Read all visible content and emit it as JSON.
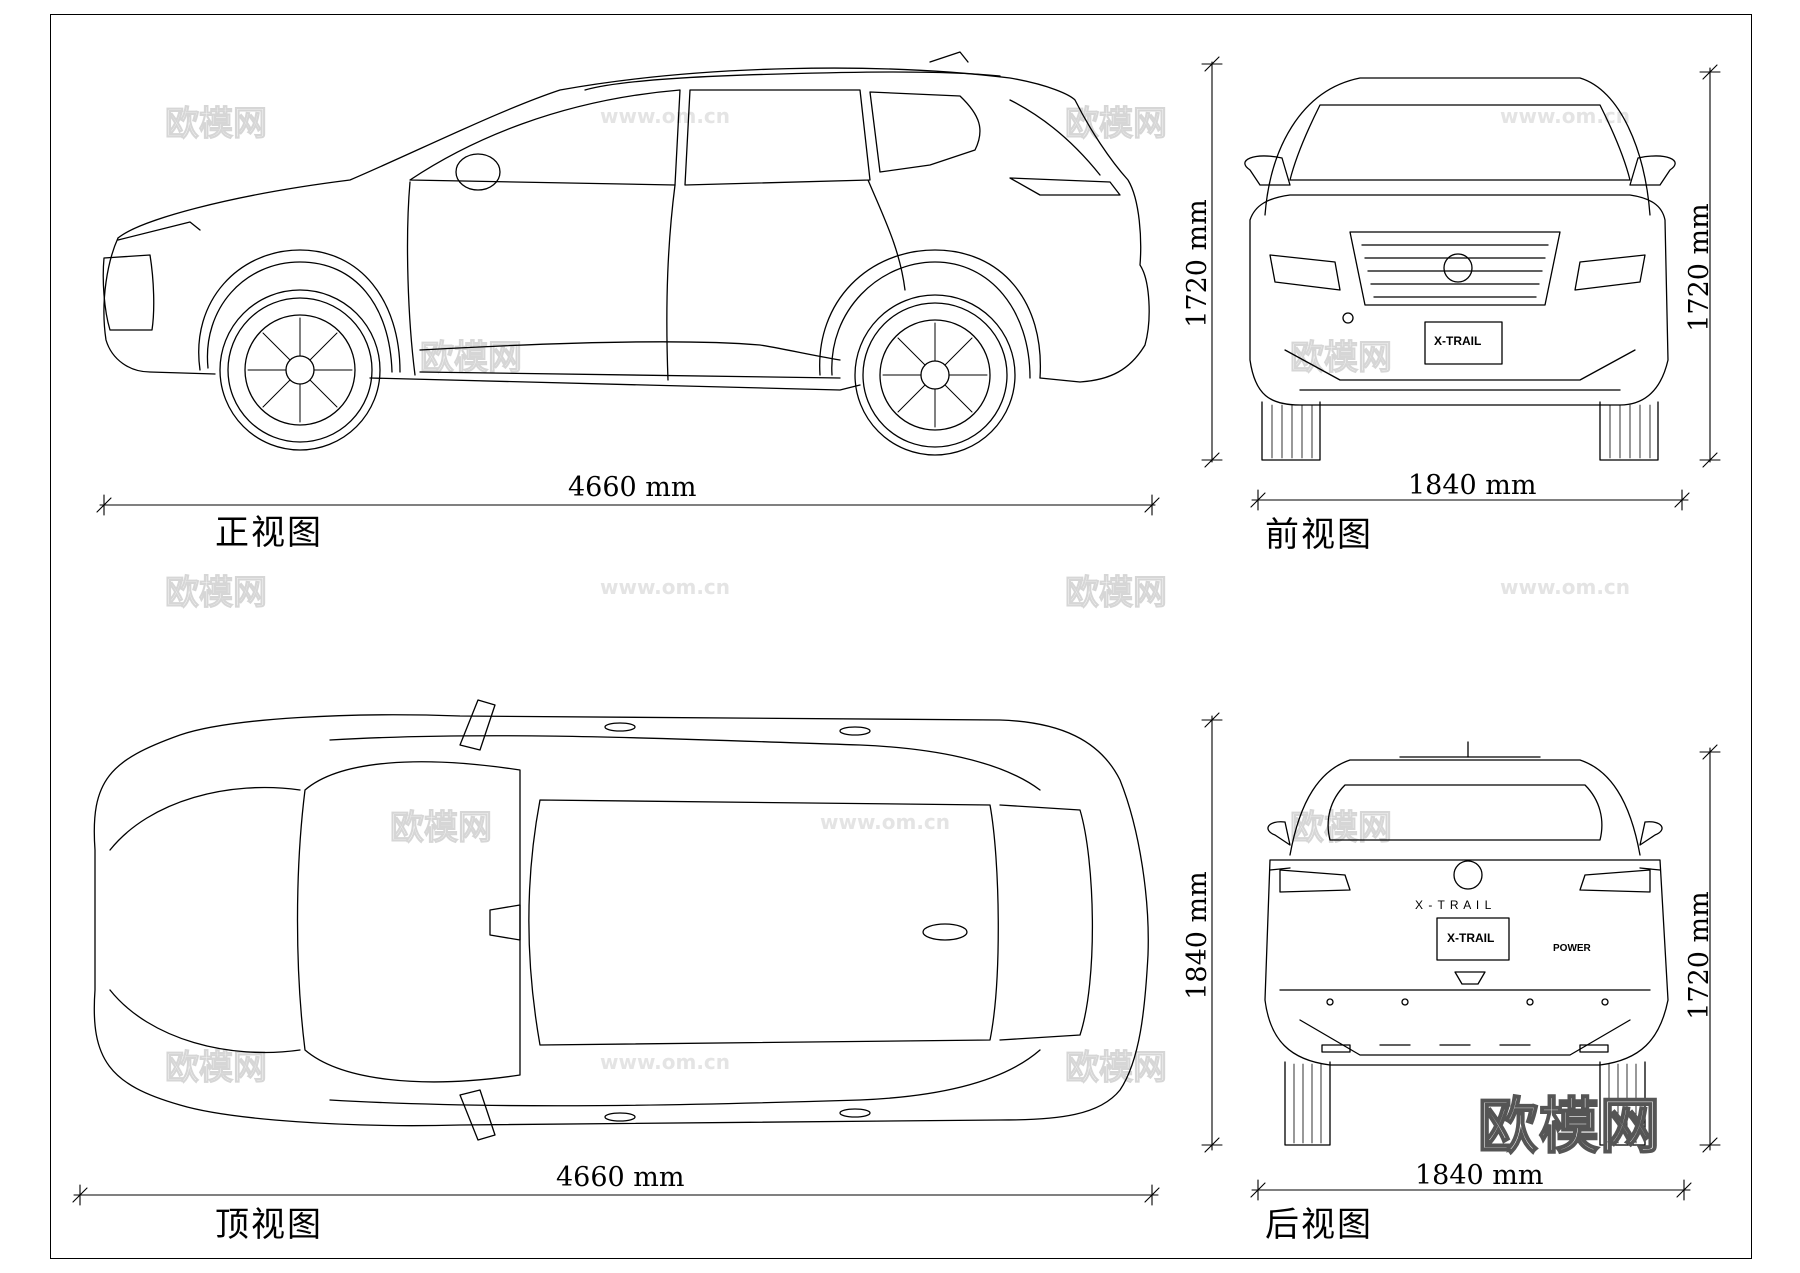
{
  "side_view": {
    "length_label": "4660 mm",
    "view_label": "正视图"
  },
  "front_view": {
    "height_label": "1720 mm",
    "height_label_right": "1720 mm",
    "width_label": "1840 mm",
    "view_label": "前视图",
    "badge": "X-TRAIL"
  },
  "top_view": {
    "length_label": "4660 mm",
    "width_label": "1840 mm",
    "view_label": "顶视图"
  },
  "rear_view": {
    "height_label": "1720 mm",
    "width_label": "1840 mm",
    "view_label": "后视图",
    "badge": "X-TRAIL",
    "emblem_text": "X - T R A I L",
    "power_text": "POWER"
  },
  "watermark": {
    "brand": "欧模网",
    "url": "www.om.cn"
  }
}
